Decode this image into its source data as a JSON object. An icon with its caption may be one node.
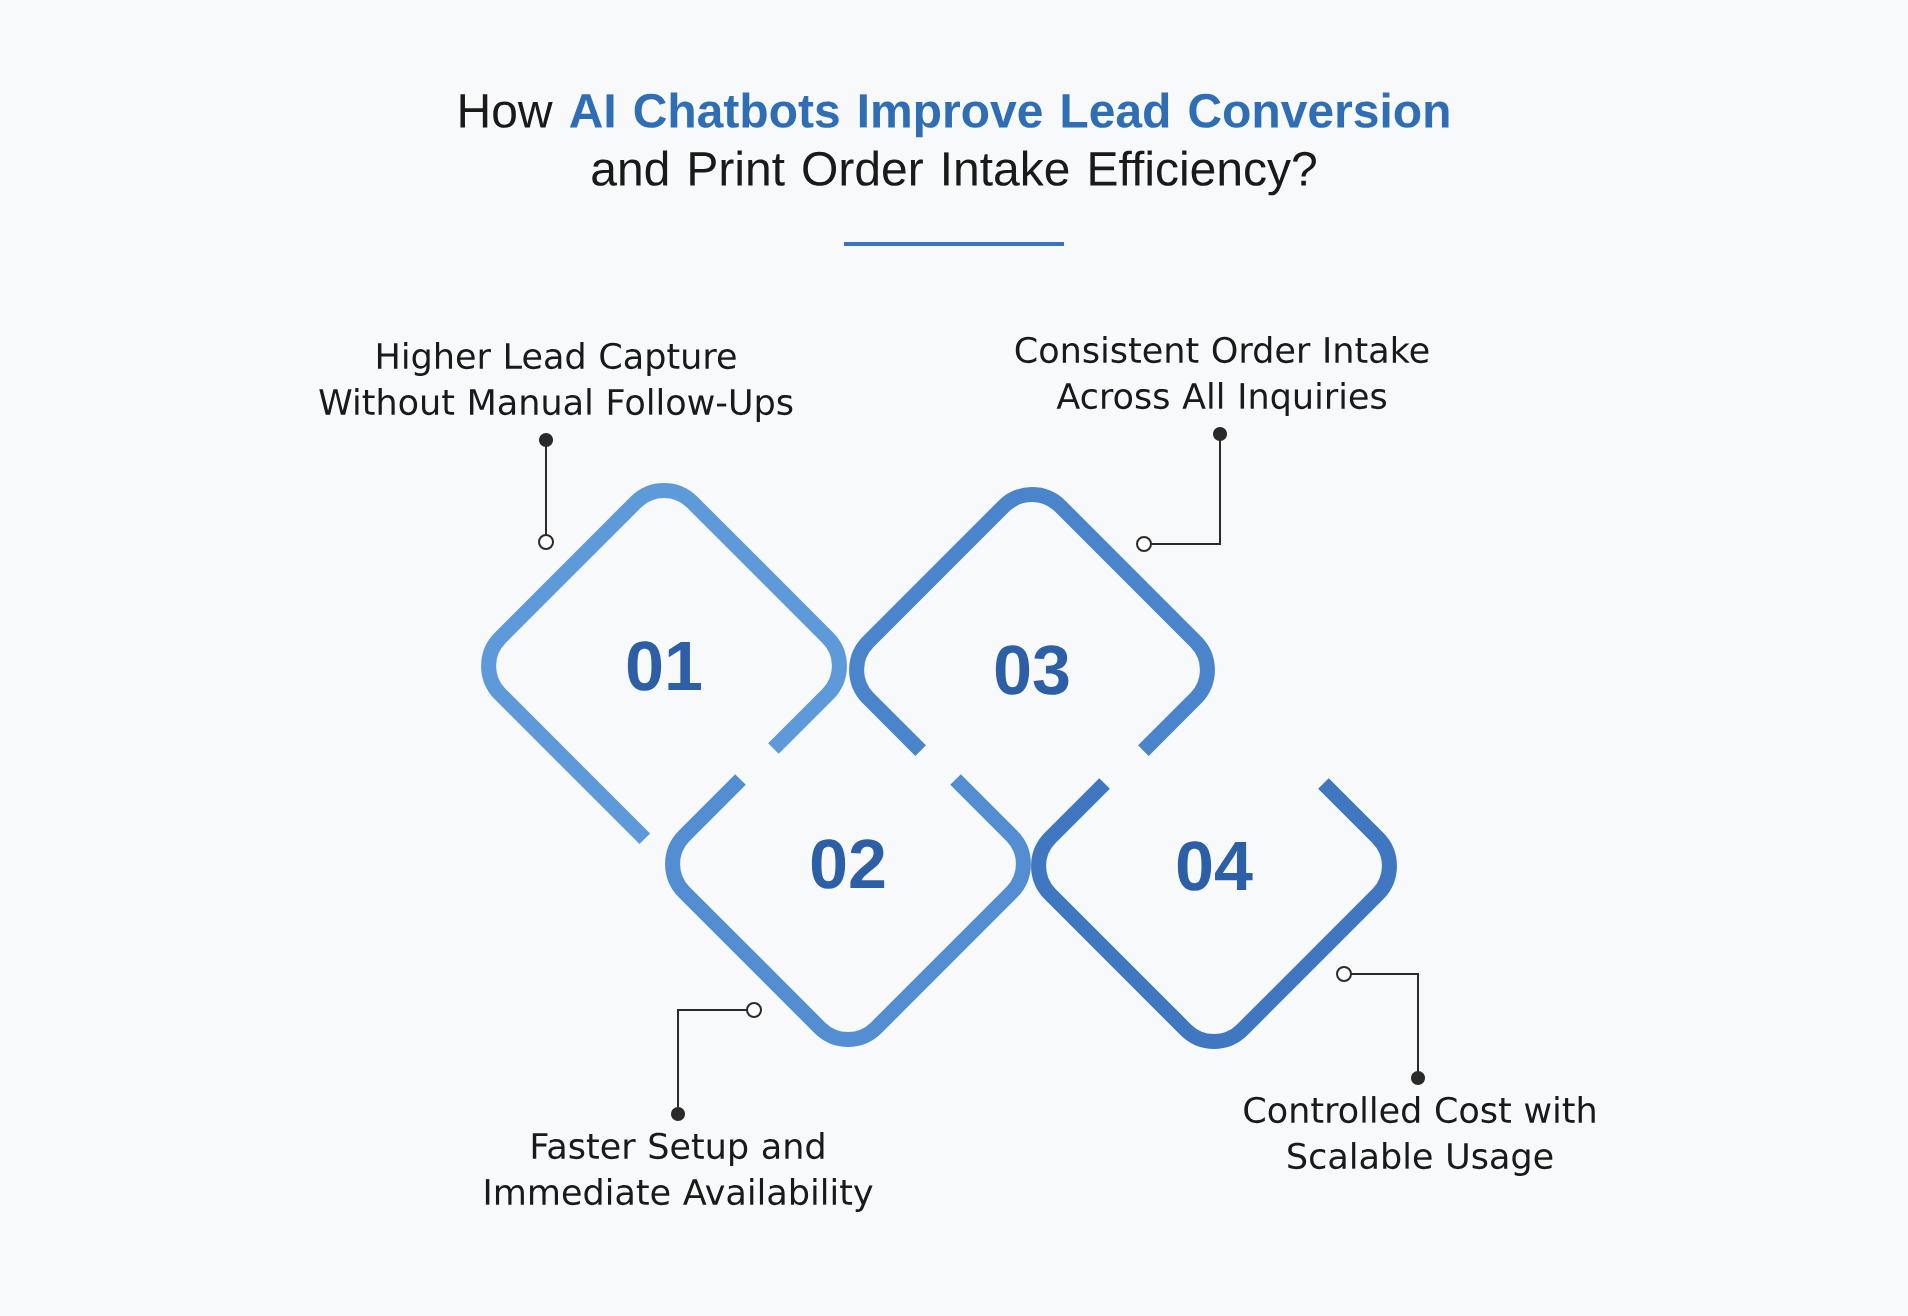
{
  "diagram": {
    "title": "How **AI Chatbots Improve Lead Conversion** and Print Order Intake Efficiency?",
    "nodes": [
      {
        "text": [
          "Higher Lead Capture Without Manual Follow-Ups"
        ]
      },
      {
        "text": [
          "Consistent Order Intake Across All Inquiries"
        ]
      },
      {
        "text": [
          "01"
        ]
      },
      {
        "text": [
          "03"
        ]
      },
      {
        "text": [
          "02"
        ]
      },
      {
        "text": [
          "04"
        ]
      },
      {
        "text": [
          "Faster Setup and Immediate Availability"
        ]
      },
      {
        "text": [
          "Controlled Cost with Scalable Usage"
        ]
      }
    ],
    "edges": [
      {
        "from": 0,
        "to": 2,
        "arrow": "other"
      },
      {
        "from": 1,
        "to": 3,
        "arrow": "other"
      },
      {
        "from": 6,
        "to": 4,
        "arrow": "other"
      },
      {
        "from": 7,
        "to": 5,
        "arrow": "other"
      }
    ]
  }
}
